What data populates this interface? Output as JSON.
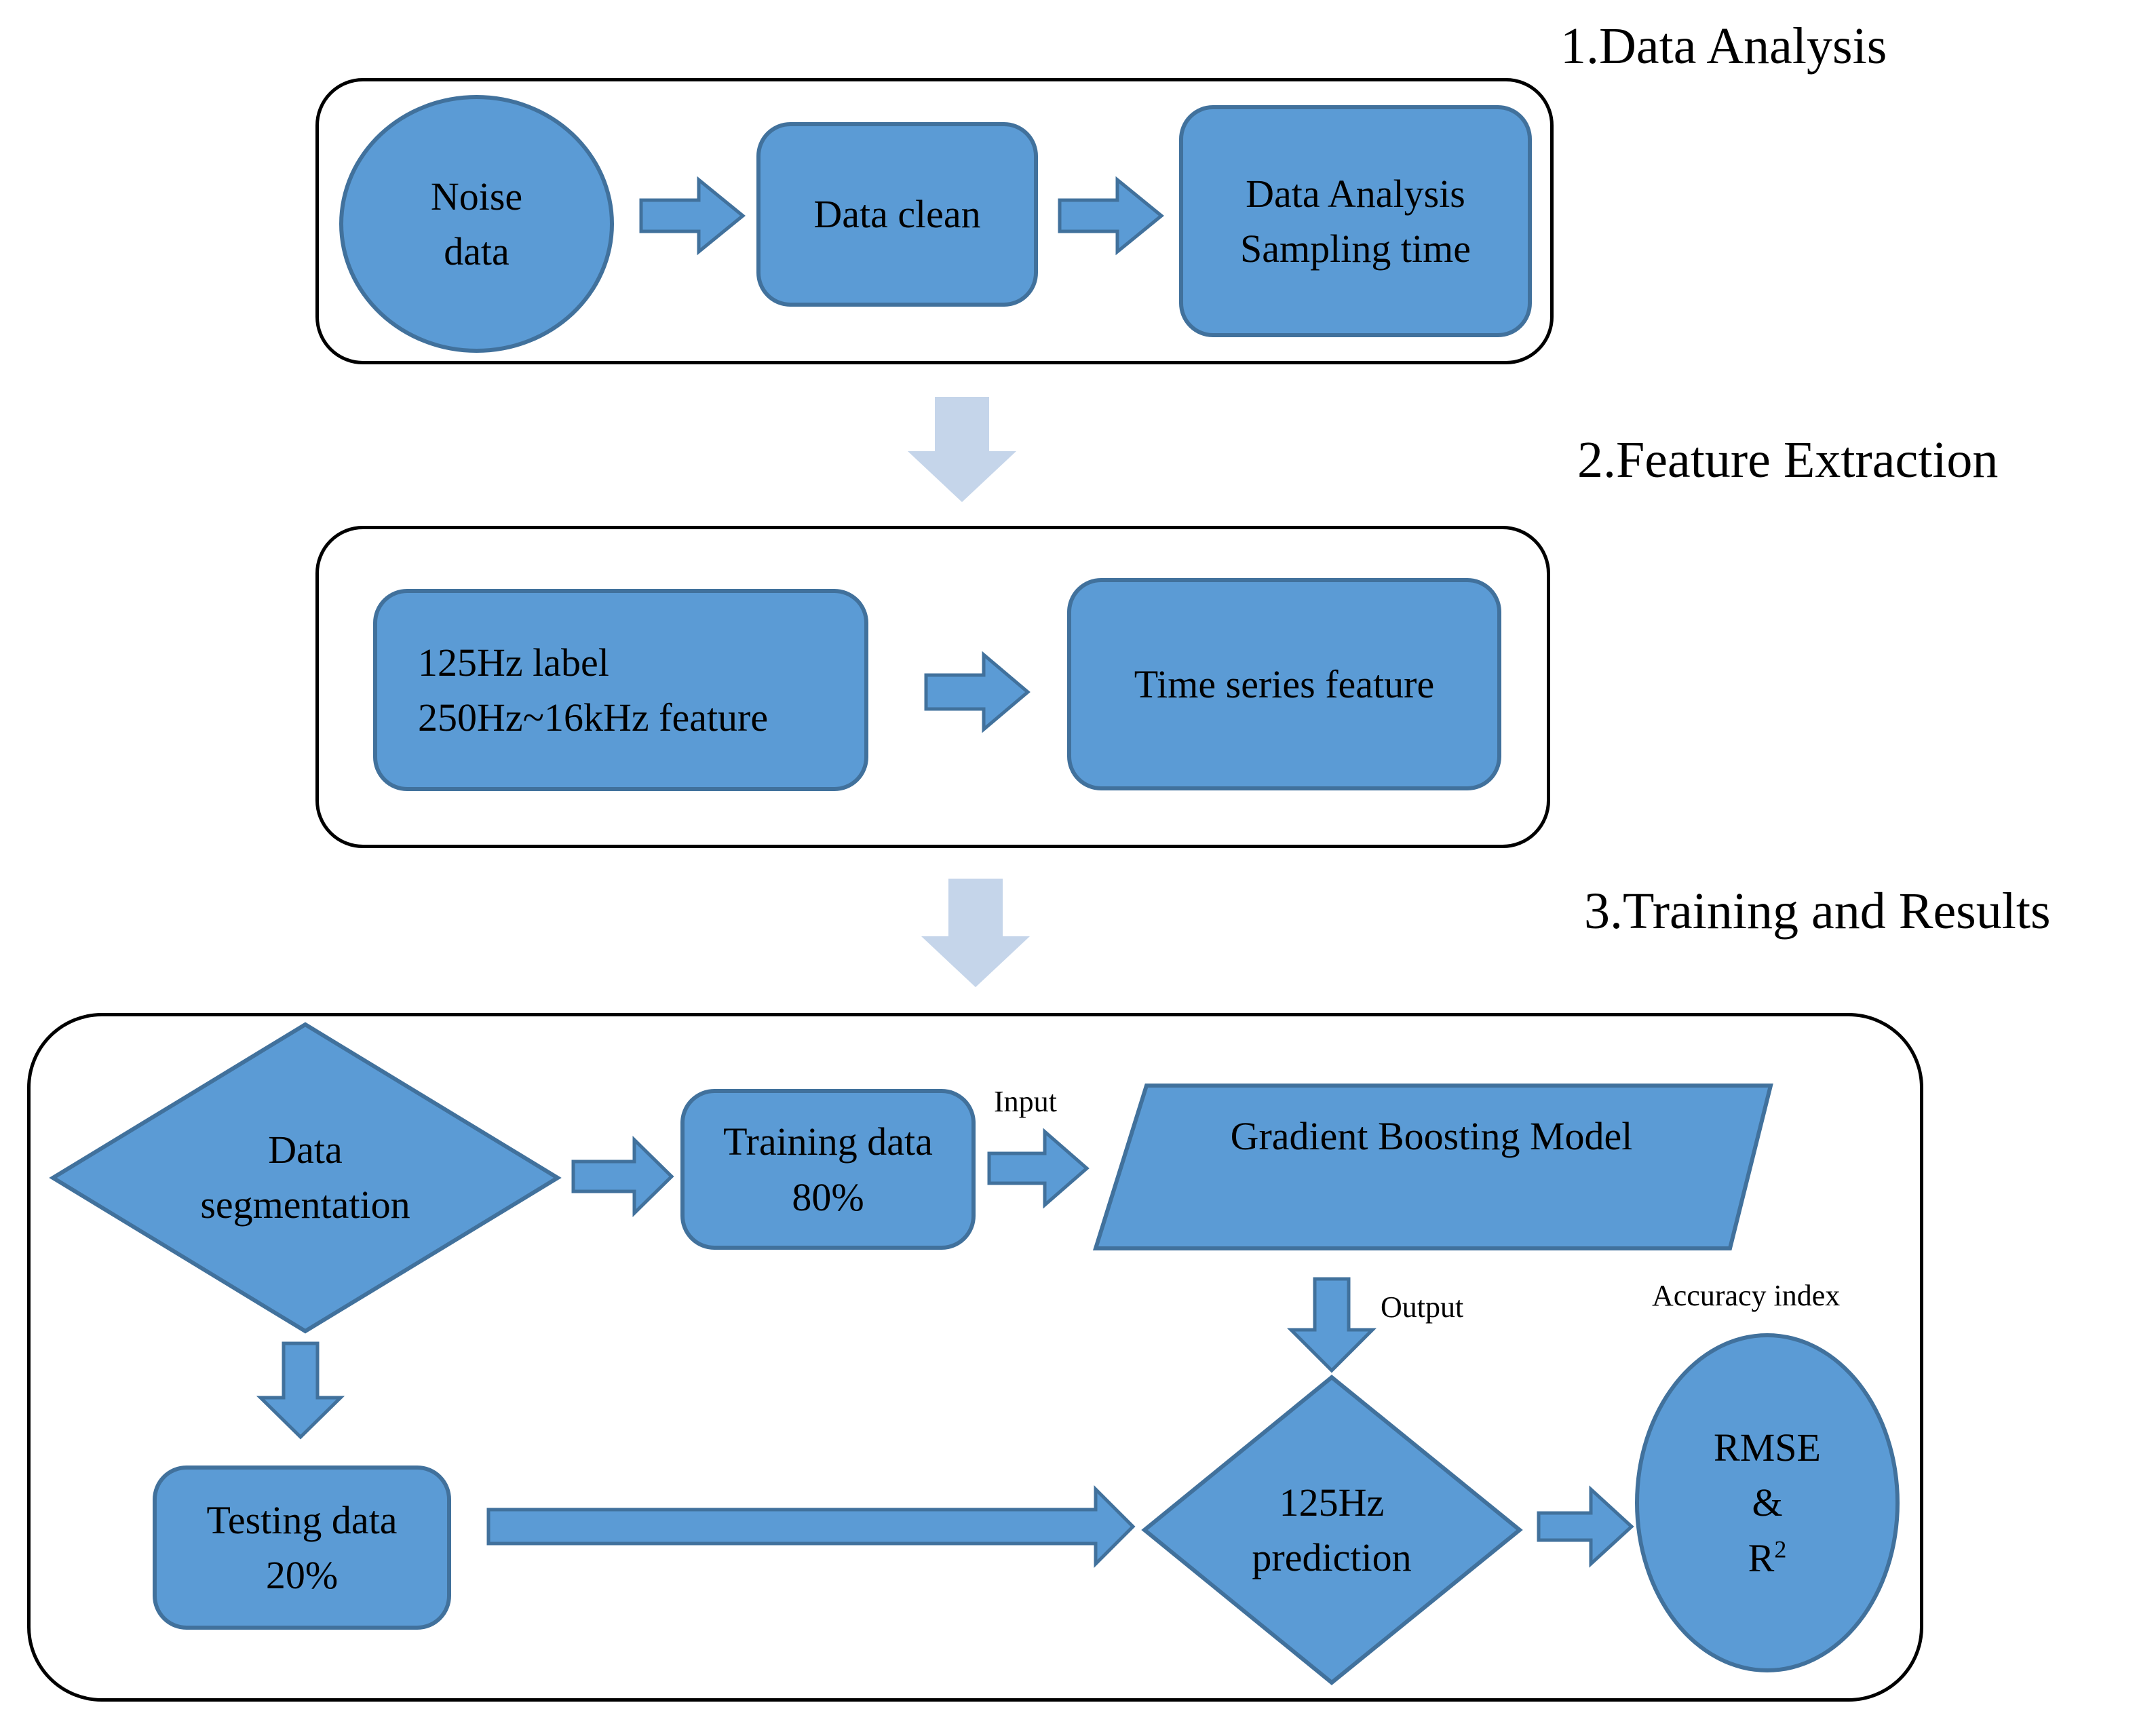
{
  "stages": [
    {
      "title": "1.Data Analysis"
    },
    {
      "title": "2.Feature Extraction"
    },
    {
      "title": "3.Training and Results"
    }
  ],
  "stage1": {
    "noise_data": [
      "Noise",
      "data"
    ],
    "data_clean": "Data clean",
    "data_analysis": [
      "Data Analysis",
      "Sampling time"
    ]
  },
  "stage2": {
    "label_feature": [
      "125Hz label",
      "250Hz~16kHz feature"
    ],
    "time_series": "Time series feature"
  },
  "stage3": {
    "segmentation": [
      "Data",
      "segmentation"
    ],
    "training": [
      "Training data",
      "80%"
    ],
    "testing": [
      "Testing data",
      "20%"
    ],
    "model": "Gradient Boosting Model",
    "prediction": [
      "125Hz",
      "prediction"
    ],
    "metrics": [
      "RMSE",
      "&",
      "R"
    ],
    "metrics_sup": "2",
    "input_label": "Input",
    "output_label": "Output",
    "accuracy_label": "Accuracy index"
  },
  "colors": {
    "node_fill": "#5b9bd5",
    "node_border": "#41719c",
    "stage_arrow": "#c5d5ea"
  }
}
